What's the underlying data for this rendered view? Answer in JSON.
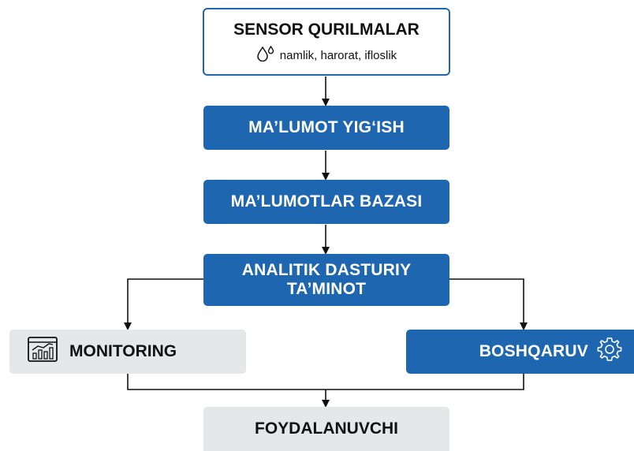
{
  "diagram": {
    "nodes": {
      "sensor": {
        "title": "SENSOR QURILMALAR",
        "subtitle": "namlik, harorat, ifloslik",
        "icon": "water-drops-icon"
      },
      "collect": {
        "label": "MA’LUMOT YIG‘ISH"
      },
      "database": {
        "label": "MA’LUMOTLAR BAZASI"
      },
      "analytics": {
        "line1": "ANALITIK DASTURIY",
        "line2": "TA’MINOT"
      },
      "monitoring": {
        "label": "MONITORING",
        "icon": "chart-monitor-icon"
      },
      "control": {
        "label": "BOSHQARUV",
        "icon": "gear-icon"
      },
      "user": {
        "label": "FOYDALANUVCHI"
      }
    },
    "edges": [
      {
        "from": "sensor",
        "to": "collect"
      },
      {
        "from": "collect",
        "to": "database"
      },
      {
        "from": "database",
        "to": "analytics"
      },
      {
        "from": "analytics",
        "to": "monitoring"
      },
      {
        "from": "analytics",
        "to": "control"
      },
      {
        "from": "monitoring",
        "to": "user"
      },
      {
        "from": "control",
        "to": "user"
      }
    ],
    "colors": {
      "primary_blue": "#1f66b0",
      "neutral_gray": "#e6e7e9",
      "arrow": "#111111"
    }
  }
}
